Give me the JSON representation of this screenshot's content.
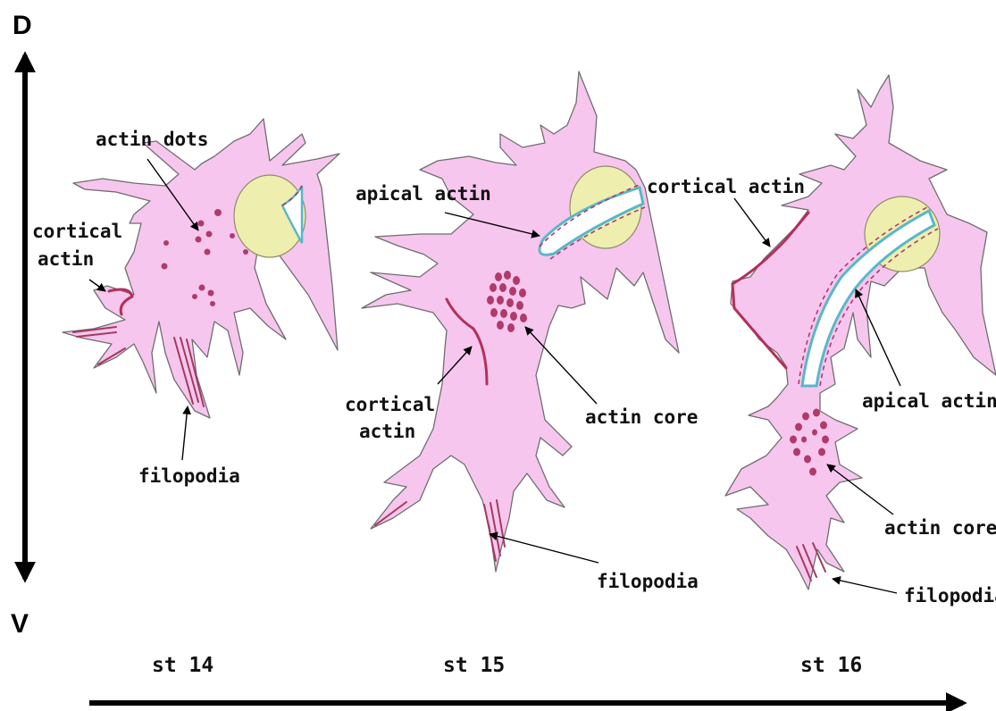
{
  "axes": {
    "top_label": "D",
    "bottom_label": "V"
  },
  "stages": [
    "st 14",
    "st 15",
    "st 16"
  ],
  "labels": {
    "actin_dots": "actin dots",
    "cortical_actin_line1": "cortical",
    "cortical_actin_line2": "actin",
    "filopodia": "filopodia",
    "apical_actin": "apical actin",
    "cortical_actin": "cortical actin",
    "actin_core": "actin core"
  },
  "colors": {
    "cell_body": "#f7c6ee",
    "nucleus": "#eeeeae",
    "actin": "#b03a6a",
    "apical_outline": "#58b8c8"
  }
}
